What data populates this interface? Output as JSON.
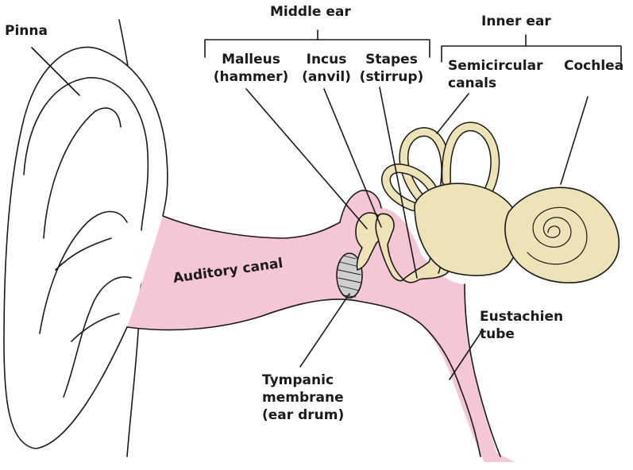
{
  "labels": {
    "pinna": "Pinna",
    "middle_ear": "Middle ear",
    "inner_ear": "Inner ear",
    "malleus": [
      "Malleus",
      "(hammer)"
    ],
    "incus": [
      "Incus",
      "(anvil)"
    ],
    "stapes": [
      "Stapes",
      "(stirrup)"
    ],
    "semicircular_canals": [
      "Semicircular",
      "canals"
    ],
    "cochlea": "Cochlea",
    "auditory_canal": "Auditory canal",
    "eustachian_tube": [
      "Eustachien",
      "tube"
    ],
    "tympanic_membrane": [
      "Tympanic",
      "membrane",
      "(ear drum)"
    ]
  },
  "colors": {
    "canal_pink": "#f5c6d3",
    "bone_beige": "#ede3b6",
    "outline": "#1a1a1a"
  }
}
